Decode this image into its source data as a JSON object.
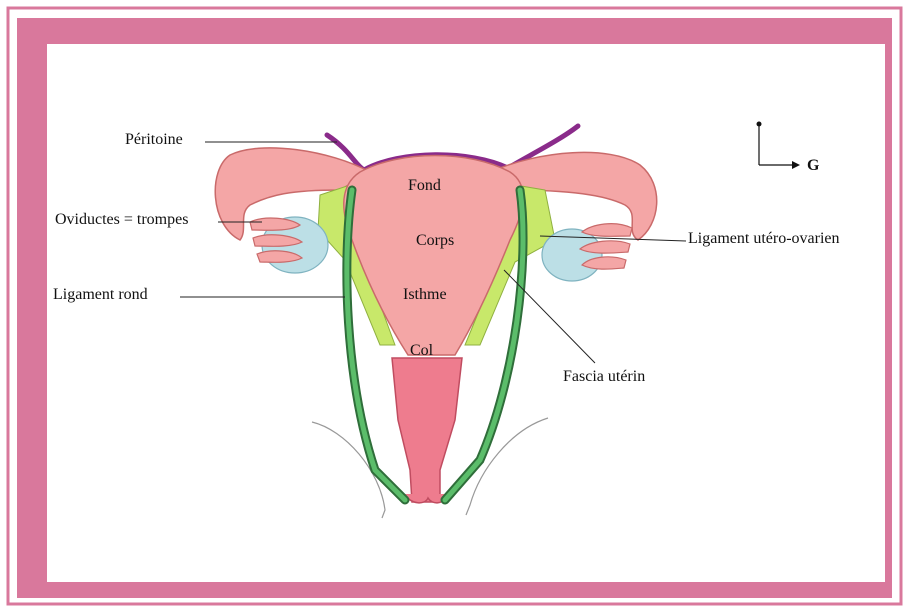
{
  "colors": {
    "frame": "#d9789c",
    "uterus": "#f4a6a6",
    "uterus_outline": "#c96a6a",
    "cervix": "#ee7c8e",
    "ovary": "#bcdfe6",
    "ligament_round": "#3e9d4f",
    "fascia": "#c8e86a",
    "peritoneum": "#8a2b8a"
  },
  "labels": {
    "peritoine": "Péritoine",
    "oviductes": "Oviductes = trompes",
    "ligament_rond": "Ligament rond",
    "ligament_utero_ovarien": "Ligament utéro-ovarien",
    "fascia_uterin": "Fascia utérin",
    "fond": "Fond",
    "corps": "Corps",
    "isthme": "Isthme",
    "col": "Col",
    "orientation": "G"
  }
}
